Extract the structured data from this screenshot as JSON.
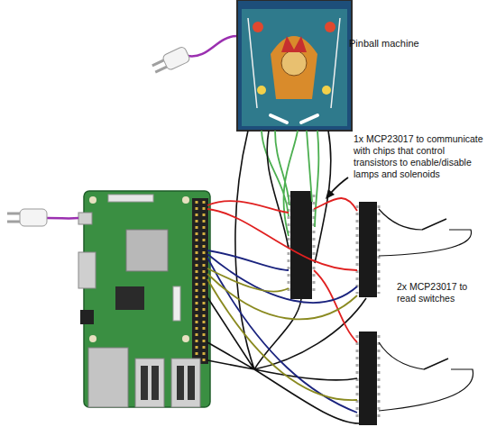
{
  "diagram": {
    "nodes": [
      {
        "text": [
          "Pinball machine"
        ]
      }
    ],
    "labels": [
      "1x MCP23017 to communicate with chips that control transistors to enable/disable lamps and solenoids",
      "2x MCP23017 to read switches"
    ]
  }
}
